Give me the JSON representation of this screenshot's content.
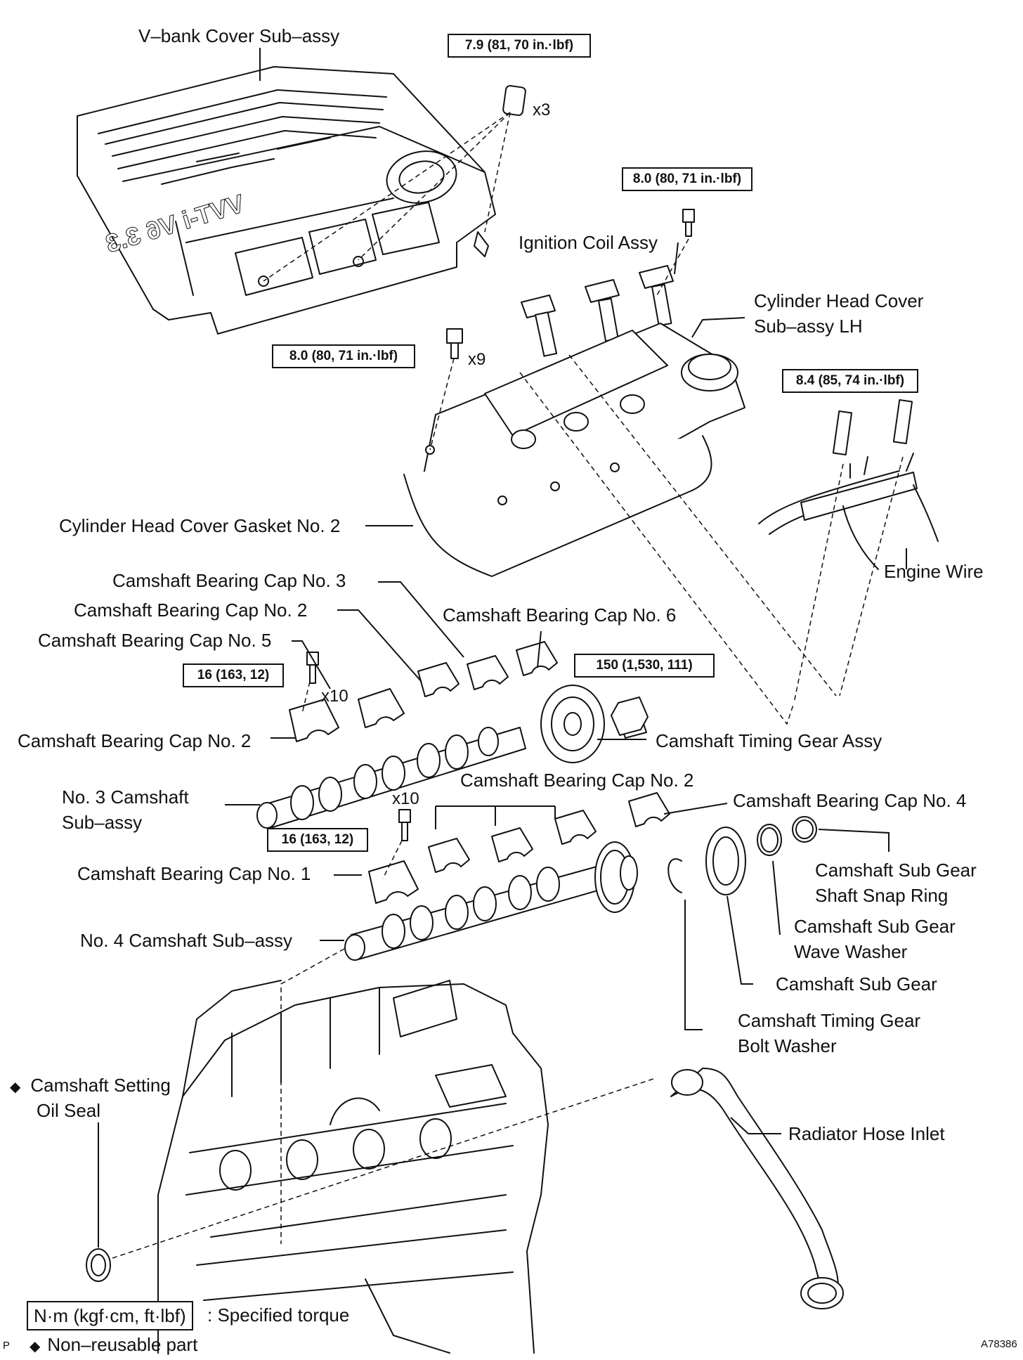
{
  "labels": {
    "vbank_cover": "V–bank Cover Sub–assy",
    "ignition_coil": "Ignition Coil Assy",
    "cyl_head_cover_1": "Cylinder Head Cover",
    "cyl_head_cover_2": "Sub–assy LH",
    "gasket": "Cylinder Head Cover Gasket No. 2",
    "engine_wire": "Engine Wire",
    "cap_no3": "Camshaft Bearing Cap No. 3",
    "cap_no2_a": "Camshaft Bearing Cap No. 2",
    "cap_no6": "Camshaft Bearing Cap No. 6",
    "cap_no5": "Camshaft Bearing Cap No. 5",
    "cap_no2_b": "Camshaft Bearing Cap No. 2",
    "timing_gear": "Camshaft Timing Gear Assy",
    "cap_no2_c": "Camshaft Bearing Cap No. 2",
    "no3_cam_1": "No. 3 Camshaft",
    "no3_cam_2": "Sub–assy",
    "cap_no4": "Camshaft Bearing Cap No. 4",
    "snap_ring_1": "Camshaft Sub Gear",
    "snap_ring_2": "Shaft Snap Ring",
    "cap_no1": "Camshaft Bearing Cap No. 1",
    "wave_washer_1": "Camshaft Sub Gear",
    "wave_washer_2": "Wave Washer",
    "no4_cam": "No. 4 Camshaft Sub–assy",
    "sub_gear": "Camshaft Sub Gear",
    "bolt_washer_1": "Camshaft Timing Gear",
    "bolt_washer_2": "Bolt Washer",
    "oil_seal_1": "Camshaft Setting",
    "oil_seal_2": "Oil Seal",
    "radiator_hose": "Radiator Hose Inlet"
  },
  "torques": {
    "t1": "7.9 (81, 70 in.·lbf)",
    "t2": "8.0 (80, 71 in.·lbf)",
    "t3": "8.0 (80, 71 in.·lbf)",
    "t4": "8.4 (85, 74 in.·lbf)",
    "t5": "16 (163, 12)",
    "t6": "150 (1,530, 111)",
    "t7": "16 (163, 12)"
  },
  "multipliers": {
    "m1": "x3",
    "m2": "x9",
    "m3": "x10",
    "m4": "x10"
  },
  "cover_emblem": "VVT-i V6 3.3",
  "legend": {
    "unit_box": "N·m (kgf·cm, ft·lbf)",
    "unit_desc": ": Specified torque",
    "diamond": "◆",
    "nonreusable": "Non–reusable part"
  },
  "corner_left": "P",
  "figure_code": "A78386"
}
